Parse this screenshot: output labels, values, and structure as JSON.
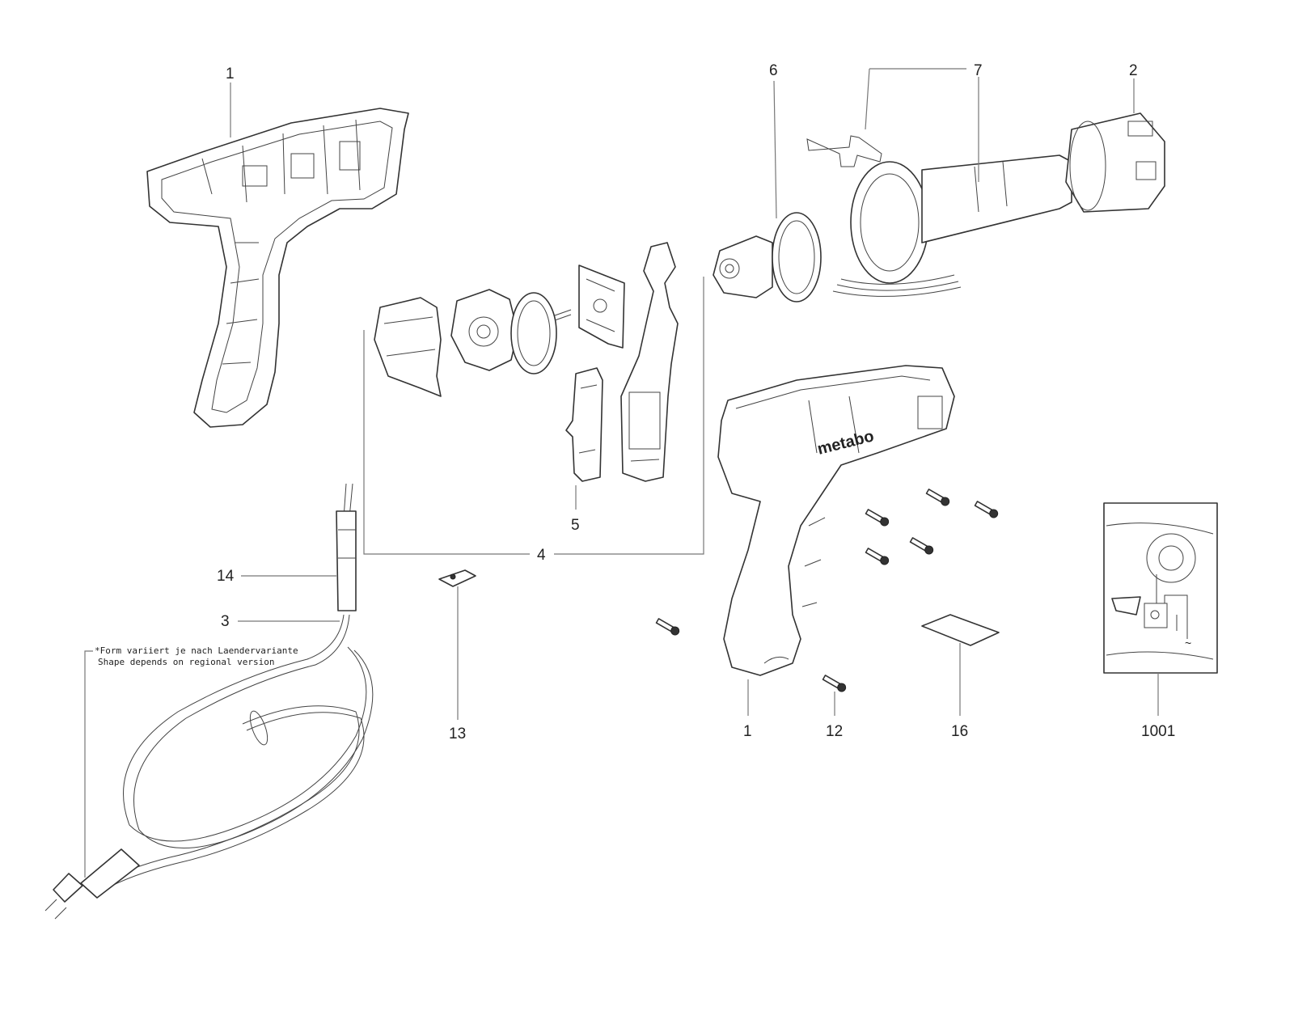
{
  "labels": {
    "l1_top": "1",
    "l6": "6",
    "l7": "7",
    "l2": "2",
    "l5": "5",
    "l4": "4",
    "l14": "14",
    "l3": "3",
    "l13": "13",
    "l1_bottom": "1",
    "l12": "12",
    "l16": "16",
    "l1001": "1001"
  },
  "notes": {
    "line1": "*Form variiert je nach Laendervariante",
    "line2": "Shape depends on regional version"
  },
  "brand": {
    "logo_text": "metabo"
  }
}
